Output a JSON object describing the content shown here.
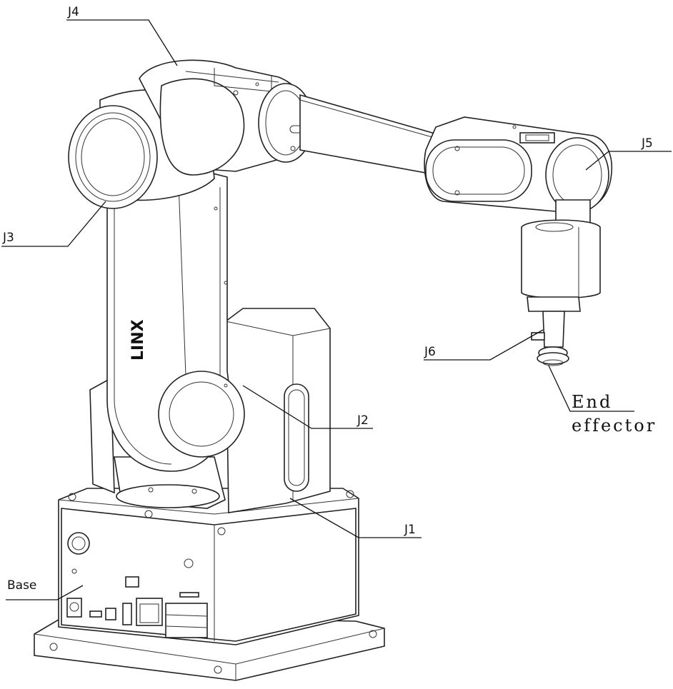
{
  "labels": {
    "j1": "J1",
    "j2": "J2",
    "j3": "J3",
    "j4": "J4",
    "j5": "J5",
    "j6": "J6",
    "base": "Base",
    "end_effector_line1": "End",
    "end_effector_line2": "effector"
  },
  "brand": "LINX"
}
